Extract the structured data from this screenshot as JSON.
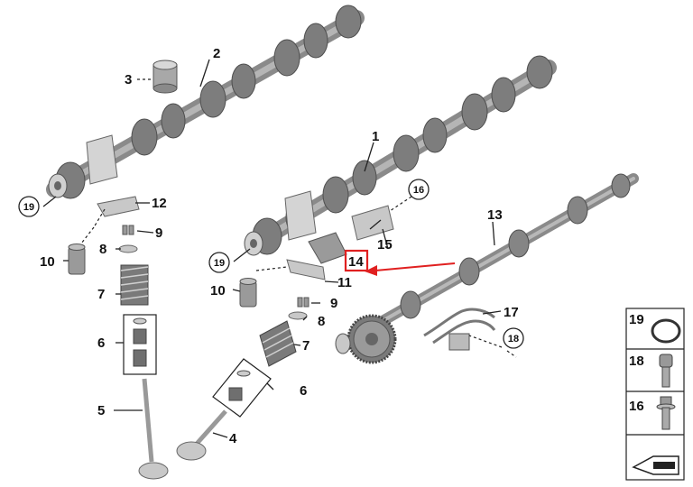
{
  "callouts": {
    "c1": "1",
    "c2": "2",
    "c3": "3",
    "c4": "4",
    "c5": "5",
    "c6a": "6",
    "c6b": "6",
    "c7a": "7",
    "c7b": "7",
    "c8a": "8",
    "c8b": "8",
    "c9a": "9",
    "c9b": "9",
    "c10a": "10",
    "c10b": "10",
    "c11": "11",
    "c12": "12",
    "c13": "13",
    "c14": "14",
    "c15": "15",
    "c16": "16",
    "c17": "17",
    "c18": "18",
    "c19a": "19",
    "c19b": "19"
  },
  "legend": {
    "r19": "19",
    "r18": "18",
    "r16": "16"
  },
  "colors": {
    "highlight": "#e02020",
    "part": "#9a9a9a",
    "line": "#222222"
  },
  "icons": [
    "ring-icon",
    "bolt-icon",
    "flange-bolt-icon",
    "arrow-icon"
  ]
}
